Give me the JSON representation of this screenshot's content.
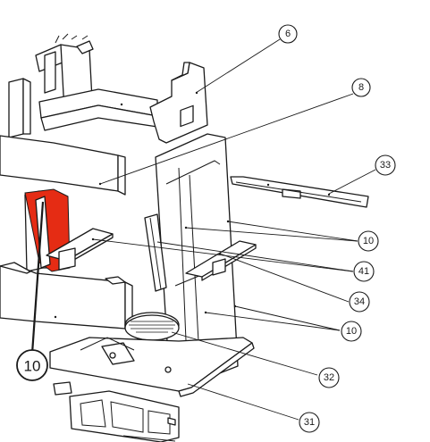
{
  "accent_color": "#e52c14",
  "callouts": [
    {
      "id": "c6",
      "label": "6"
    },
    {
      "id": "c8",
      "label": "8"
    },
    {
      "id": "c33",
      "label": "33"
    },
    {
      "id": "c10a",
      "label": "10"
    },
    {
      "id": "c41",
      "label": "41"
    },
    {
      "id": "c34",
      "label": "34"
    },
    {
      "id": "c10b",
      "label": "10"
    },
    {
      "id": "c32",
      "label": "32"
    },
    {
      "id": "c31",
      "label": "31"
    },
    {
      "id": "c10c",
      "label": "10"
    }
  ]
}
